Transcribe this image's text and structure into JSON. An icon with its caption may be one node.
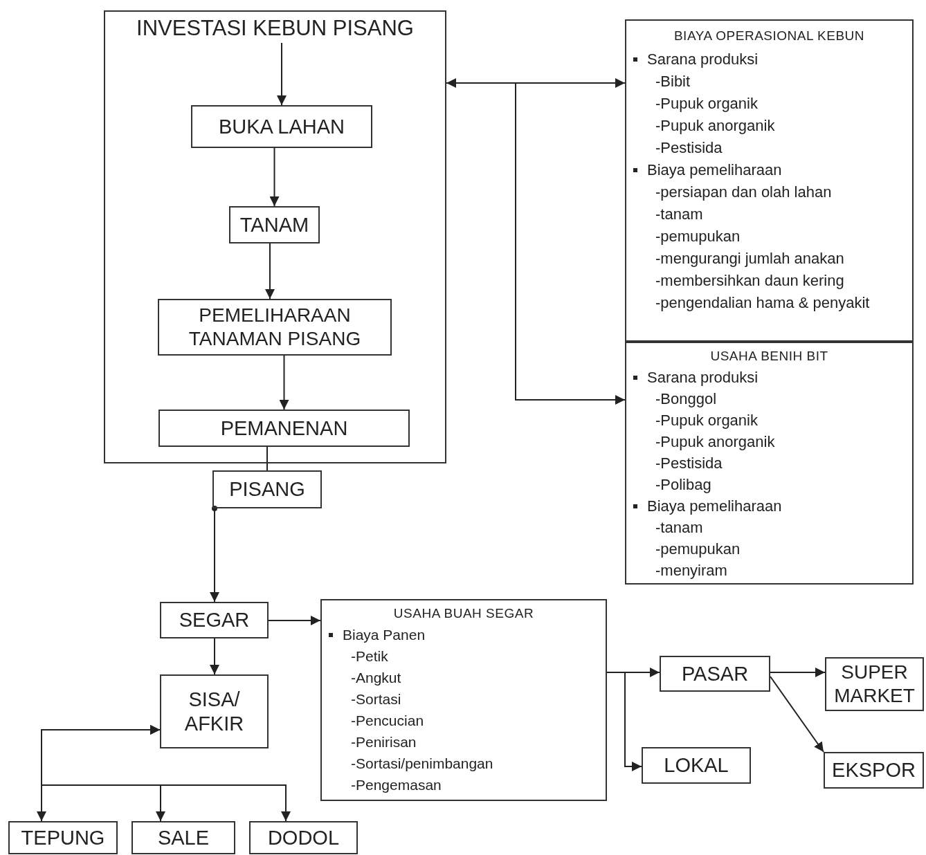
{
  "diagram": {
    "nodes": [
      {
        "text": [
          "INVESTASI KEBUN PISANG"
        ]
      },
      {
        "text": [
          "BUKA LAHAN"
        ],
        "in": 0
      },
      {
        "text": [
          "TANAM"
        ],
        "in": 0
      },
      {
        "text": [
          "PEMELIHARAAN TANAMAN PISANG"
        ],
        "in": 0
      },
      {
        "text": [
          "PEMANENAN"
        ],
        "in": 0
      },
      {
        "text": [
          "PISANG"
        ]
      },
      {
        "text": [
          "BIAYA OPERASIONAL KEBUN",
          "Sarana produksi",
          "-Bibit",
          "-Pupuk organik",
          "-Pupuk anorganik",
          "-Pestisida",
          "Biaya pemeliharaan",
          "-persiapan dan olah lahan",
          "-tanam",
          "-pemupukan",
          "-mengurangi jumlah anakan",
          "-membersihkan daun kering",
          "-pengendalian hama & penyakit"
        ]
      },
      {
        "text": [
          "USAHA BENIH BIT",
          "Sarana produksi",
          "-Bonggol",
          "-Pupuk organik",
          "-Pupuk anorganik",
          "-Pestisida",
          "-Polibag",
          "Biaya pemeliharaan",
          "-tanam",
          "-pemupukan",
          "-menyiram"
        ]
      },
      {
        "text": [
          "SEGAR"
        ]
      },
      {
        "text": [
          "USAHA BUAH SEGAR",
          "Biaya Panen",
          "-Petik",
          "-Angkut",
          "-Sortasi",
          "-Pencucian",
          "-Penirisan",
          "-Sortasi/penimbangan",
          "-Pengemasan"
        ]
      },
      {
        "text": [
          "SISA/ AFKIR"
        ]
      },
      {
        "text": [
          "PASAR"
        ]
      },
      {
        "text": [
          "SUPER MARKET"
        ]
      },
      {
        "text": [
          "LOKAL"
        ]
      },
      {
        "text": [
          "EKSPOR"
        ]
      },
      {
        "text": [
          "TEPUNG"
        ]
      },
      {
        "text": [
          "SALE"
        ]
      },
      {
        "text": [
          "DODOL"
        ]
      }
    ],
    "edges": [
      {
        "from": 0,
        "to": 1,
        "arrow": "to"
      },
      {
        "from": 1,
        "to": 2,
        "arrow": "to"
      },
      {
        "from": 2,
        "to": 3,
        "arrow": "to"
      },
      {
        "from": 3,
        "to": 4,
        "arrow": "to"
      },
      {
        "from": 4,
        "to": 5,
        "arrow": "none"
      },
      {
        "from": 0,
        "to": 6,
        "arrow": "both"
      },
      {
        "from": 0,
        "to": 7,
        "arrow": "to"
      },
      {
        "from": 5,
        "to": 8,
        "arrow": "to"
      },
      {
        "from": 8,
        "to": 9,
        "arrow": "to"
      },
      {
        "from": 8,
        "to": 10,
        "arrow": "to"
      },
      {
        "from": 10,
        "to": 15,
        "arrow": "both"
      },
      {
        "from": 10,
        "to": 16,
        "arrow": "both"
      },
      {
        "from": 10,
        "to": 17,
        "arrow": "both"
      },
      {
        "from": 9,
        "to": 11,
        "arrow": "to"
      },
      {
        "from": 9,
        "to": 13,
        "arrow": "to"
      },
      {
        "from": 11,
        "to": 12,
        "arrow": "to"
      },
      {
        "from": 11,
        "to": 14,
        "arrow": "to"
      }
    ]
  }
}
